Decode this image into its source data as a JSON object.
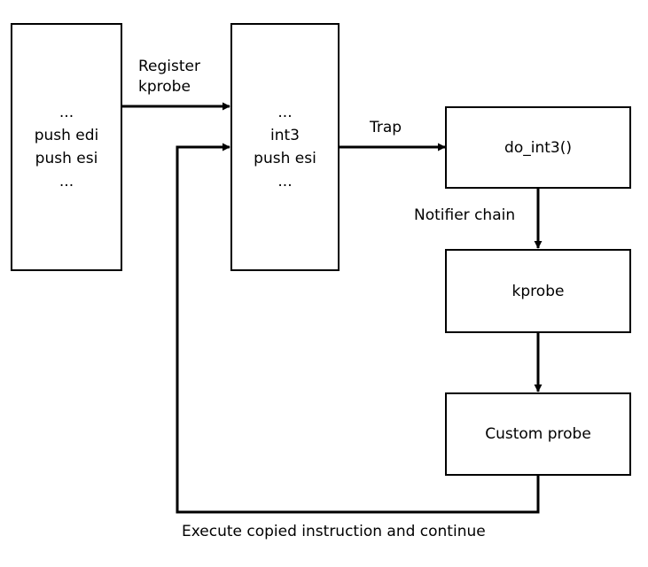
{
  "diagram": {
    "original_code_box": {
      "lines": [
        "...",
        "push edi",
        "push esi",
        "..."
      ]
    },
    "probed_code_box": {
      "lines": [
        "...",
        "int3",
        "push esi",
        "..."
      ]
    },
    "do_int3_box": {
      "label": "do_int3()"
    },
    "kprobe_box": {
      "label": "kprobe"
    },
    "custom_probe_box": {
      "label": "Custom probe"
    },
    "edges": {
      "register_kprobe": [
        "Register",
        "kprobe"
      ],
      "trap": "Trap",
      "notifier_chain": "Notifier chain",
      "execute_continue": "Execute copied instruction and continue"
    }
  }
}
